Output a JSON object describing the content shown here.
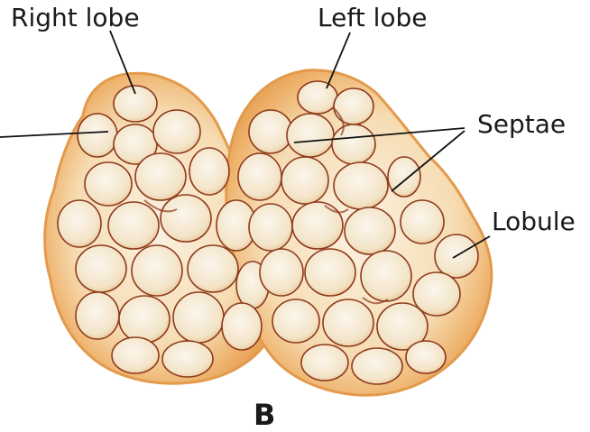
{
  "labels": {
    "right_lobe": "Right lobe",
    "left_lobe": "Left lobe",
    "septae": "Septae",
    "lobule": "Lobule",
    "panel": "B"
  },
  "colors": {
    "capsule_outer": "#e9a75e",
    "capsule_mid": "#f4cf98",
    "lobule_fill": "#f8eedc",
    "lobule_stroke": "#8e3a1c",
    "leader_line": "#111111"
  }
}
